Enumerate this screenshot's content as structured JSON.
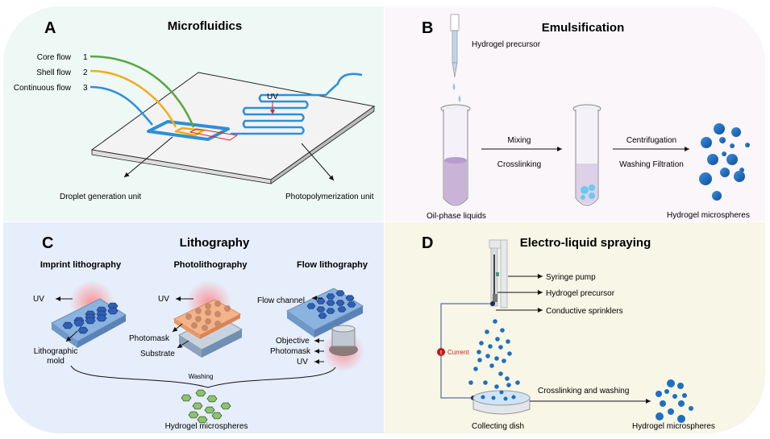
{
  "panels": {
    "a": {
      "letter": "A",
      "title": "Microfluidics",
      "flows": [
        {
          "label": "Core flow",
          "number": "1",
          "color": "#5aa640"
        },
        {
          "label": "Shell flow",
          "number": "2",
          "color": "#f2ac1c"
        },
        {
          "label": "Continuous flow",
          "number": "3",
          "color": "#2d8fd8"
        }
      ],
      "uv_label": "UV",
      "droplet_unit": "Droplet generation unit",
      "photo_unit": "Photopolymerization unit"
    },
    "b": {
      "letter": "B",
      "title": "Emulsification",
      "precursor": "Hydrogel precursor",
      "oil_phase": "Oil-phase liquids",
      "step1_top": "Mixing",
      "step1_bottom": "Crosslinking",
      "step2_top": "Centrifugation",
      "step2_bottom": "Washing Filtration",
      "product": "Hydrogel microspheres"
    },
    "c": {
      "letter": "C",
      "title": "Lithography",
      "methods": [
        "Imprint lithography",
        "Photolithography",
        "Flow lithography"
      ],
      "uv": "UV",
      "litho_mold_1": "Lithographic",
      "litho_mold_2": "mold",
      "photomask": "Photomask",
      "substrate": "Substrate",
      "flow_channel": "Flow channel",
      "objective": "Objective",
      "washing": "Washing",
      "product": "Hydrogel microspheres"
    },
    "d": {
      "letter": "D",
      "title": "Electro-liquid spraying",
      "syringe_pump": "Syringe pump",
      "precursor": "Hydrogel precursor",
      "sprinklers": "Conductive sprinklers",
      "current": "Current",
      "dish": "Collecting dish",
      "step": "Crosslinking and washing",
      "product": "Hydrogel microspheres"
    }
  },
  "colors": {
    "panel_a_bg": "#eef8f5",
    "panel_b_bg": "#fbf6fa",
    "panel_c_bg": "#e6eefb",
    "panel_d_bg": "#f7f6e7",
    "microsphere_blue": "#1f6fc0",
    "hex_green": "#8cc46e",
    "current_red": "#d42020"
  }
}
